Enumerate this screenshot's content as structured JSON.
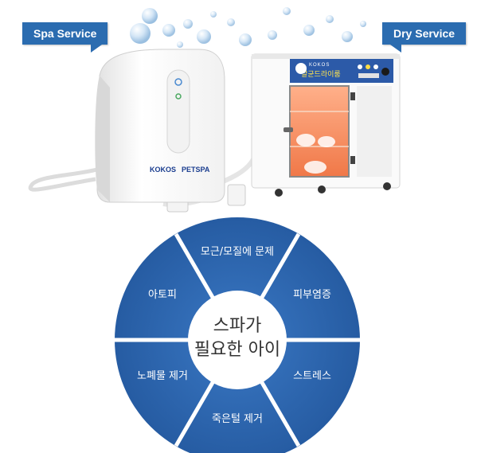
{
  "callouts": {
    "spa": "Spa Service",
    "dry": "Dry Service"
  },
  "products": {
    "spa_logo_left": "KOKOS",
    "spa_logo_right": "PETSPA",
    "dry_brand": "KOKOS",
    "dry_label": "살균드라이룸"
  },
  "wheel": {
    "center_line1": "스파가",
    "center_line2": "필요한 아이",
    "segments": [
      "모근/모질에 문제",
      "피부염증",
      "스트레스",
      "죽은털 제거",
      "노폐물 제거",
      "아토피"
    ]
  },
  "colors": {
    "callout": "#2b6cb0",
    "wheel": "#2e67b1",
    "wheel_dark": "#24599f"
  }
}
